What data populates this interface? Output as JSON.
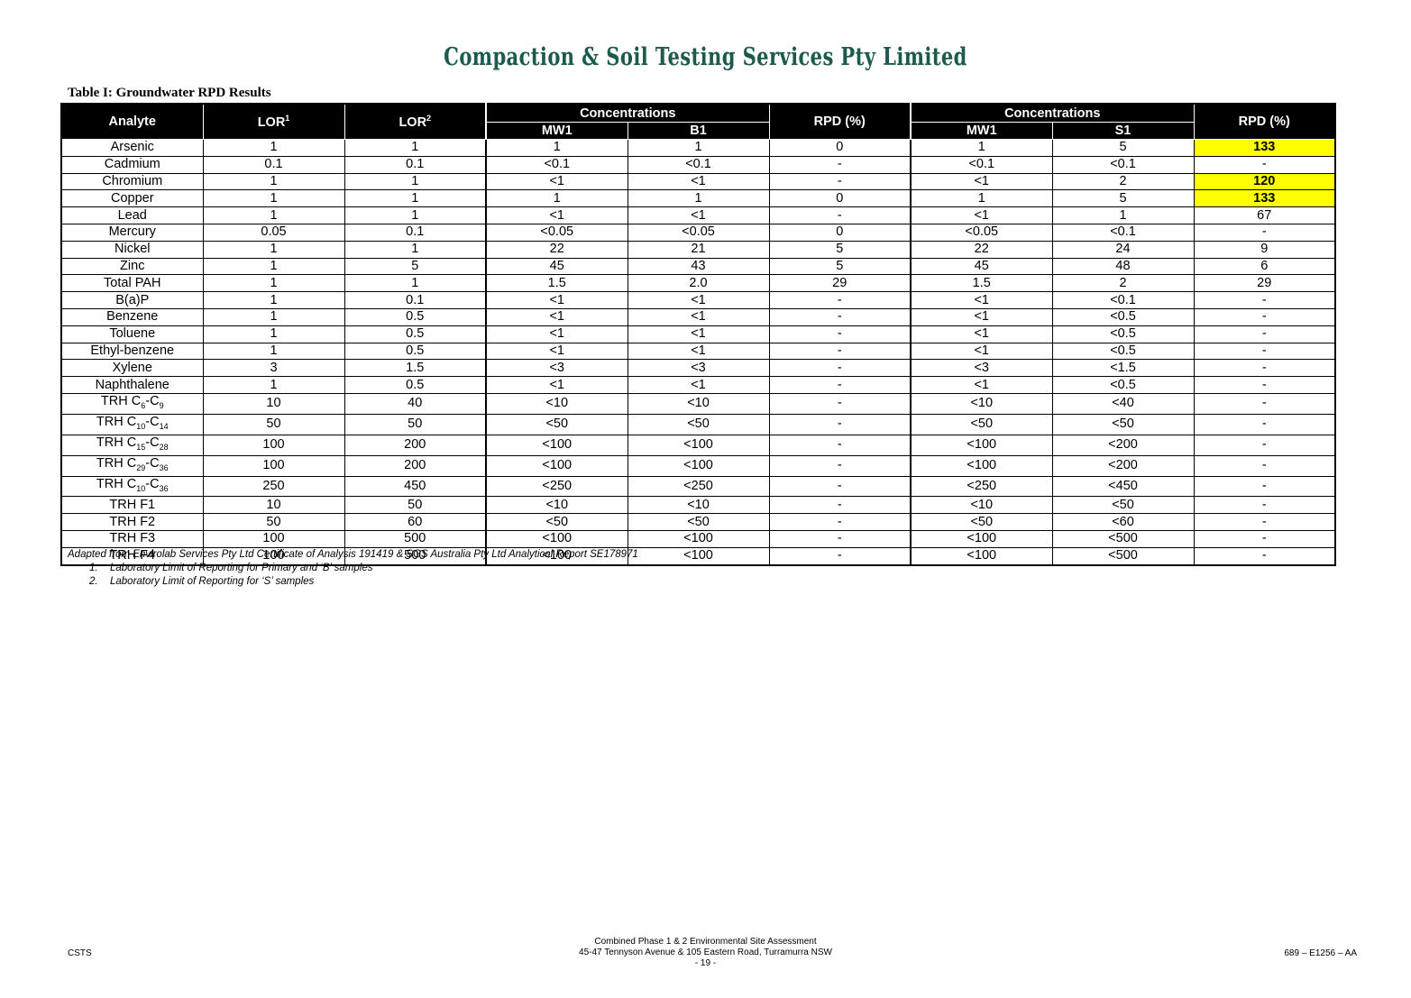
{
  "company_title": "Compaction & Soil Testing Services Pty Limited",
  "table_caption": "Table I: Groundwater RPD Results",
  "headers": {
    "analyte": "Analyte",
    "lor1": "LOR",
    "lor1_sup": "1",
    "lor2": "LOR",
    "lor2_sup": "2",
    "concentrations_a": "Concentrations",
    "mw1_a": "MW1",
    "b1": "B1",
    "rpd_a": "RPD (%)",
    "concentrations_b": "Concentrations",
    "mw1_b": "MW1",
    "s1": "S1",
    "rpd_b": "RPD (%)"
  },
  "rows": [
    {
      "analyte": "Arsenic",
      "lor1": "1",
      "lor2": "1",
      "mw1_a": "1",
      "b1": "1",
      "rpd_a": "0",
      "mw1_b": "1",
      "s1": "5",
      "rpd_b": "133"
    },
    {
      "analyte": "Cadmium",
      "lor1": "0.1",
      "lor2": "0.1",
      "mw1_a": "<0.1",
      "b1": "<0.1",
      "rpd_a": "-",
      "mw1_b": "<0.1",
      "s1": "<0.1",
      "rpd_b": "-"
    },
    {
      "analyte": "Chromium",
      "lor1": "1",
      "lor2": "1",
      "mw1_a": "<1",
      "b1": "<1",
      "rpd_a": "-",
      "mw1_b": "<1",
      "s1": "2",
      "rpd_b": "120"
    },
    {
      "analyte": "Copper",
      "lor1": "1",
      "lor2": "1",
      "mw1_a": "1",
      "b1": "1",
      "rpd_a": "0",
      "mw1_b": "1",
      "s1": "5",
      "rpd_b": "133"
    },
    {
      "analyte": "Lead",
      "lor1": "1",
      "lor2": "1",
      "mw1_a": "<1",
      "b1": "<1",
      "rpd_a": "-",
      "mw1_b": "<1",
      "s1": "1",
      "rpd_b": "67"
    },
    {
      "analyte": "Mercury",
      "lor1": "0.05",
      "lor2": "0.1",
      "mw1_a": "<0.05",
      "b1": "<0.05",
      "rpd_a": "0",
      "mw1_b": "<0.05",
      "s1": "<0.1",
      "rpd_b": "-"
    },
    {
      "analyte": "Nickel",
      "lor1": "1",
      "lor2": "1",
      "mw1_a": "22",
      "b1": "21",
      "rpd_a": "5",
      "mw1_b": "22",
      "s1": "24",
      "rpd_b": "9"
    },
    {
      "analyte": "Zinc",
      "lor1": "1",
      "lor2": "5",
      "mw1_a": "45",
      "b1": "43",
      "rpd_a": "5",
      "mw1_b": "45",
      "s1": "48",
      "rpd_b": "6"
    },
    {
      "analyte": "Total PAH",
      "lor1": "1",
      "lor2": "1",
      "mw1_a": "1.5",
      "b1": "2.0",
      "rpd_a": "29",
      "mw1_b": "1.5",
      "s1": "2",
      "rpd_b": "29"
    },
    {
      "analyte": "B(a)P",
      "lor1": "1",
      "lor2": "0.1",
      "mw1_a": "<1",
      "b1": "<1",
      "rpd_a": "-",
      "mw1_b": "<1",
      "s1": "<0.1",
      "rpd_b": "-"
    },
    {
      "analyte": "Benzene",
      "lor1": "1",
      "lor2": "0.5",
      "mw1_a": "<1",
      "b1": "<1",
      "rpd_a": "-",
      "mw1_b": "<1",
      "s1": "<0.5",
      "rpd_b": "-"
    },
    {
      "analyte": "Toluene",
      "lor1": "1",
      "lor2": "0.5",
      "mw1_a": "<1",
      "b1": "<1",
      "rpd_a": "-",
      "mw1_b": "<1",
      "s1": "<0.5",
      "rpd_b": "-"
    },
    {
      "analyte": "Ethyl-benzene",
      "lor1": "1",
      "lor2": "0.5",
      "mw1_a": "<1",
      "b1": "<1",
      "rpd_a": "-",
      "mw1_b": "<1",
      "s1": "<0.5",
      "rpd_b": "-"
    },
    {
      "analyte": "Xylene",
      "lor1": "3",
      "lor2": "1.5",
      "mw1_a": "<3",
      "b1": "<3",
      "rpd_a": "-",
      "mw1_b": "<3",
      "s1": "<1.5",
      "rpd_b": "-"
    },
    {
      "analyte": "Naphthalene",
      "lor1": "1",
      "lor2": "0.5",
      "mw1_a": "<1",
      "b1": "<1",
      "rpd_a": "-",
      "mw1_b": "<1",
      "s1": "<0.5",
      "rpd_b": "-"
    },
    {
      "analyte": "TRH C",
      "sub1": "6",
      "sub2": "9",
      "lor1": "10",
      "lor2": "40",
      "mw1_a": "<10",
      "b1": "<10",
      "rpd_a": "-",
      "mw1_b": "<10",
      "s1": "<40",
      "rpd_b": "-"
    },
    {
      "analyte": "TRH C",
      "sub1": "10",
      "sub2": "14",
      "lor1": "50",
      "lor2": "50",
      "mw1_a": "<50",
      "b1": "<50",
      "rpd_a": "-",
      "mw1_b": "<50",
      "s1": "<50",
      "rpd_b": "-"
    },
    {
      "analyte": "TRH C",
      "sub1": "15",
      "sub2": "28",
      "lor1": "100",
      "lor2": "200",
      "mw1_a": "<100",
      "b1": "<100",
      "rpd_a": "-",
      "mw1_b": "<100",
      "s1": "<200",
      "rpd_b": "-"
    },
    {
      "analyte": "TRH C",
      "sub1": "29",
      "sub2": "36",
      "lor1": "100",
      "lor2": "200",
      "mw1_a": "<100",
      "b1": "<100",
      "rpd_a": "-",
      "mw1_b": "<100",
      "s1": "<200",
      "rpd_b": "-"
    },
    {
      "analyte": "TRH C",
      "sub1": "10",
      "sub2": "36",
      "lor1": "250",
      "lor2": "450",
      "mw1_a": "<250",
      "b1": "<250",
      "rpd_a": "-",
      "mw1_b": "<250",
      "s1": "<450",
      "rpd_b": "-"
    },
    {
      "analyte": "TRH F1",
      "lor1": "10",
      "lor2": "50",
      "mw1_a": "<10",
      "b1": "<10",
      "rpd_a": "-",
      "mw1_b": "<10",
      "s1": "<50",
      "rpd_b": "-"
    },
    {
      "analyte": "TRH F2",
      "lor1": "50",
      "lor2": "60",
      "mw1_a": "<50",
      "b1": "<50",
      "rpd_a": "-",
      "mw1_b": "<50",
      "s1": "<60",
      "rpd_b": "-"
    },
    {
      "analyte": "TRH F3",
      "lor1": "100",
      "lor2": "500",
      "mw1_a": "<100",
      "b1": "<100",
      "rpd_a": "-",
      "mw1_b": "<100",
      "s1": "<500",
      "rpd_b": "-"
    },
    {
      "analyte": "TRH F4",
      "lor1": "100",
      "lor2": "500",
      "mw1_a": "<100",
      "b1": "<100",
      "rpd_a": "-",
      "mw1_b": "<100",
      "s1": "<500",
      "rpd_b": "-"
    }
  ],
  "highlighted_rpd_rows": [
    0,
    2,
    3
  ],
  "highlight_color": "#ffff00",
  "title_color": "#1b5a4c",
  "notes": {
    "source": "Adapted from Envirolab Services Pty Ltd Certificate of Analysis 191419 & SGS Australia Pty Ltd Analytical Report SE178971",
    "items": [
      {
        "num": "1.",
        "text": "Laboratory Limit of Reporting for Primary and ‘B’ samples"
      },
      {
        "num": "2.",
        "text": "Laboratory Limit of Reporting for ‘S’ samples"
      }
    ]
  },
  "footer": {
    "left": "CSTS",
    "center_line1": "Combined Phase 1 & 2 Environmental Site Assessment",
    "center_line2": "45-47 Tennyson Avenue & 105 Eastern Road, Turramurra NSW",
    "center_line3": "- 19 -",
    "right": "689 – E1256 – AA"
  }
}
